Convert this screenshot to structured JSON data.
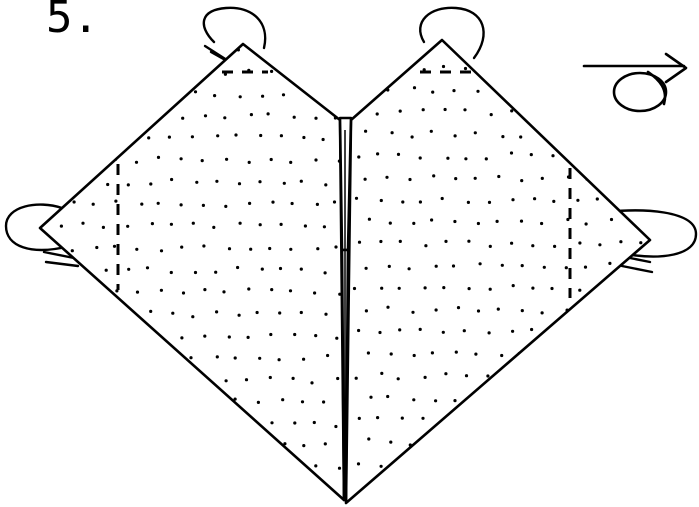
{
  "step": {
    "number": "5."
  },
  "diagram": {
    "panels": [
      "left-panel",
      "right-panel"
    ],
    "pattern": "dotted",
    "line_color": "#000000",
    "background": "#ffffff",
    "symbols": [
      "valley-fold-line",
      "turn-over-arrow"
    ]
  }
}
